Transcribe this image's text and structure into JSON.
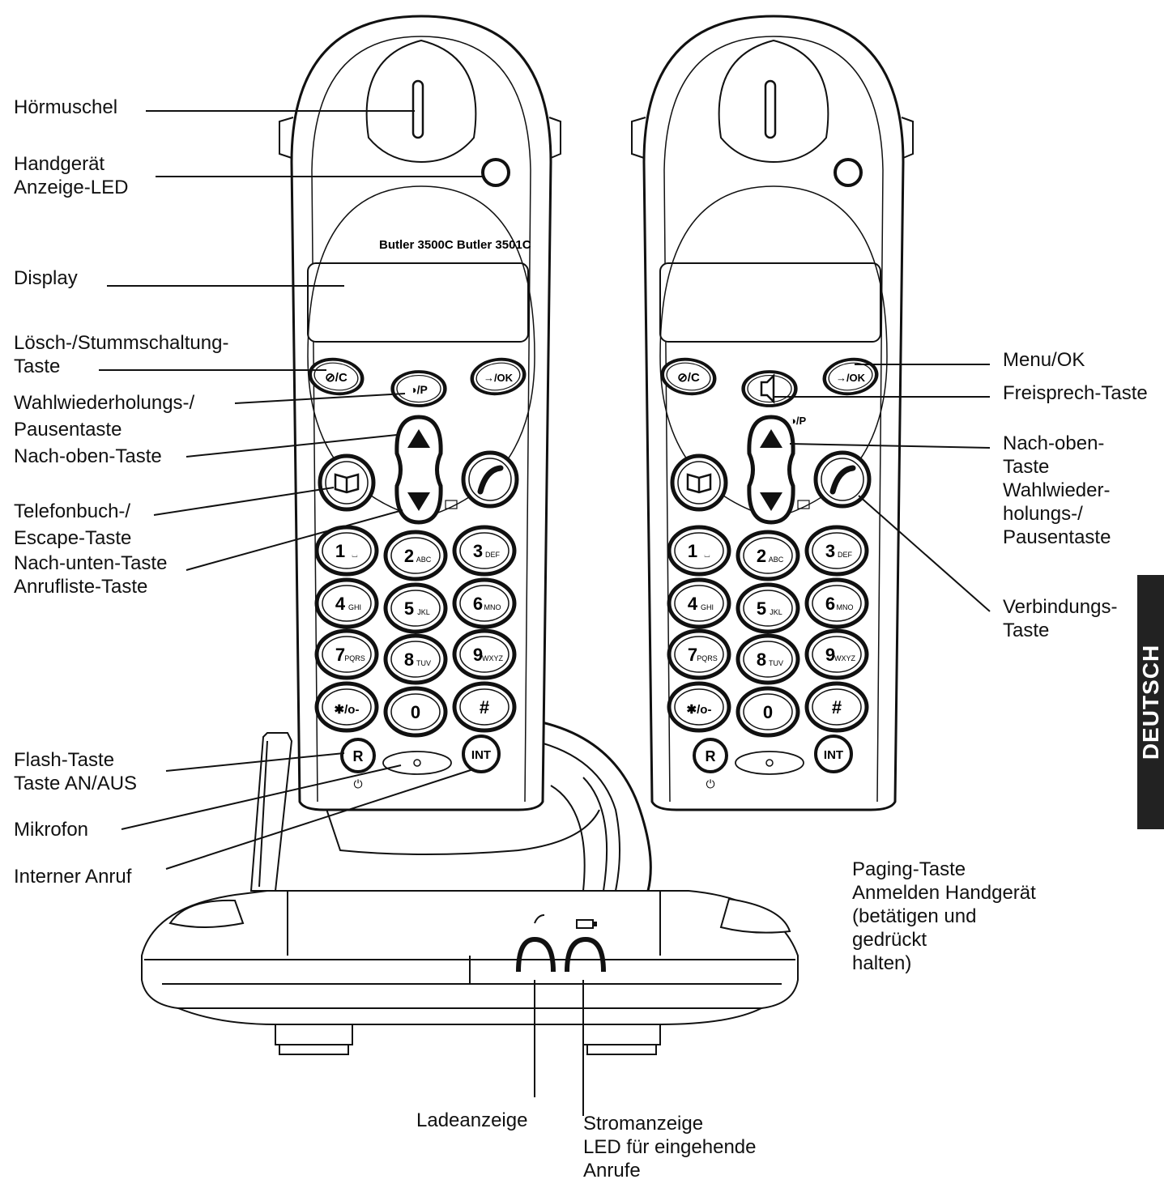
{
  "model_label": "Butler 3500C Butler 3501C",
  "language_tab": "DEUTSCH",
  "labels_left": {
    "hoermuschel": "Hörmuschel",
    "led": [
      "Handgerät",
      "Anzeige-LED"
    ],
    "display": "Display",
    "loesch": [
      "Lösch-/Stummschaltung-",
      "Taste"
    ],
    "wahlwdh": [
      "Wahlwiederholungs-/",
      "Pausentaste"
    ],
    "nach_oben": "Nach-oben-Taste",
    "telefonbuch": [
      "Telefonbuch-/",
      "Escape-Taste"
    ],
    "nach_unten": [
      "Nach-unten-Taste",
      "Anrufliste-Taste"
    ],
    "flash": [
      "Flash-Taste",
      "Taste AN/AUS"
    ],
    "mikrofon": "Mikrofon",
    "intern": "Interner Anruf"
  },
  "labels_right": {
    "menu": "Menu/OK",
    "freisprech": "Freisprech-Taste",
    "nach_oben": [
      "Nach-oben-",
      "Taste",
      "Wahlwieder-",
      "holungs-/",
      "Pausentaste"
    ],
    "verbindung": [
      "Verbindungs-",
      "Taste"
    ],
    "paging": [
      "Paging-Taste",
      "Anmelden Handgerät",
      "(betätigen und",
      "gedrückt",
      "halten)"
    ]
  },
  "labels_bottom": {
    "lade": "Ladeanzeige",
    "strom": [
      "Stromanzeige",
      "LED für eingehende",
      "Anrufe"
    ]
  },
  "keypad": {
    "rows": [
      [
        {
          "d": "1",
          "s": "⌴"
        },
        {
          "d": "2",
          "s": "ABC"
        },
        {
          "d": "3",
          "s": "DEF"
        }
      ],
      [
        {
          "d": "4",
          "s": "GHI"
        },
        {
          "d": "5",
          "s": "JKL"
        },
        {
          "d": "6",
          "s": "MNO"
        }
      ],
      [
        {
          "d": "7",
          "s": "PQRS"
        },
        {
          "d": "8",
          "s": "TUV"
        },
        {
          "d": "9",
          "s": "WXYZ"
        }
      ],
      [
        {
          "d": "✱/o-",
          "s": ""
        },
        {
          "d": "0",
          "s": ""
        },
        {
          "d": "#",
          "s": ""
        }
      ]
    ],
    "softkeys": {
      "left": "⊘/C",
      "middle": "◑/P",
      "right": "→/OK"
    },
    "bottom_left": "R",
    "bottom_right": "INT",
    "speaker_small": "◑/P"
  }
}
